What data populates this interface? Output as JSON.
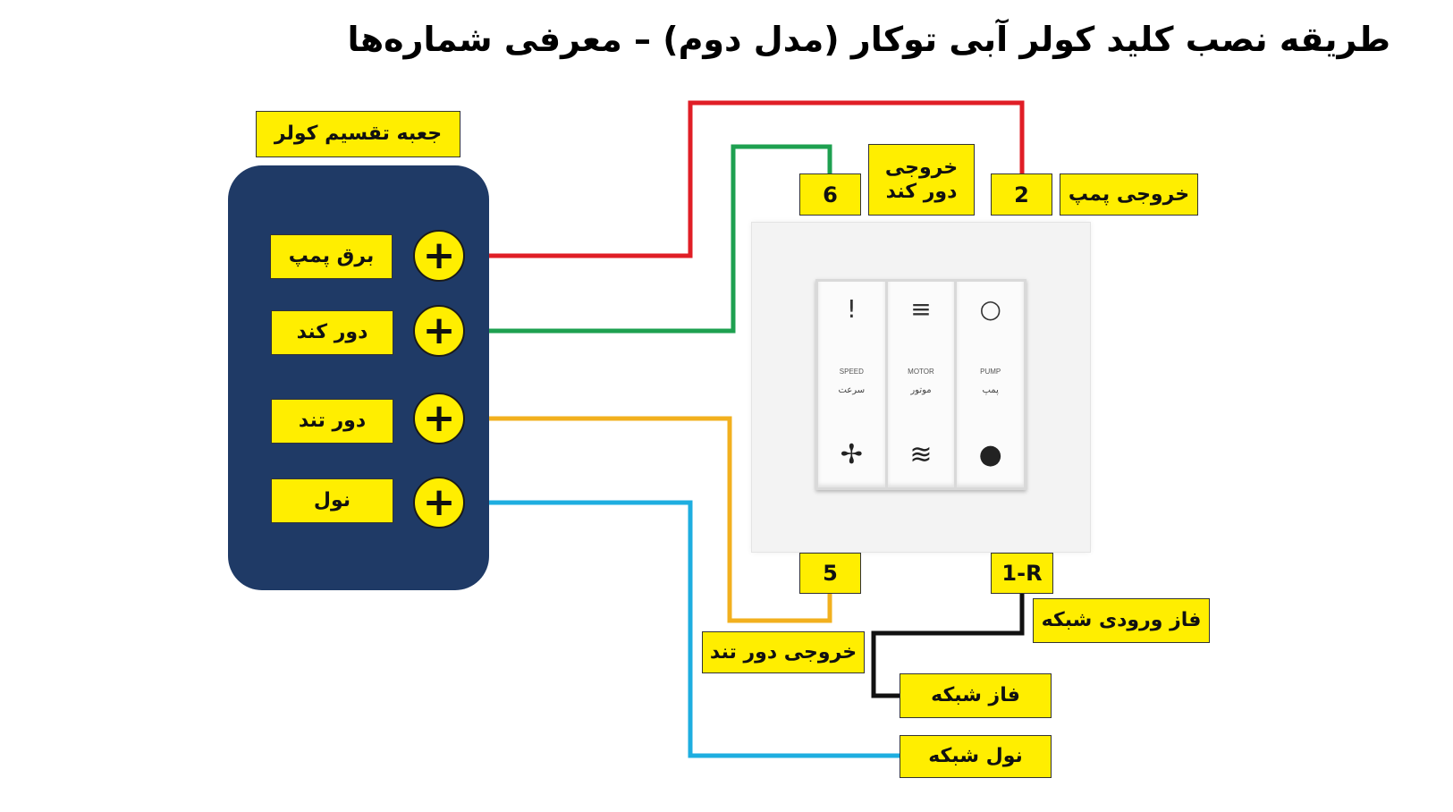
{
  "title": "طریقه نصب کلید کولر آبی توکار (مدل دوم) – معرفی شماره‌ها",
  "box": {
    "label": "جعبه تقسیم کولر",
    "terminals": [
      {
        "label": "برق پمپ",
        "symbol": "+"
      },
      {
        "label": "دور کند",
        "symbol": "+"
      },
      {
        "label": "دور تند",
        "symbol": "+"
      },
      {
        "label": "نول",
        "symbol": "+"
      }
    ]
  },
  "switch": {
    "keys": [
      {
        "en": "SPEED",
        "fa": "سرعت",
        "top_icon": "!",
        "bottom_icon": "✢"
      },
      {
        "en": "MOTOR",
        "fa": "موتور",
        "top_icon": "≡",
        "bottom_icon": "≋"
      },
      {
        "en": "PUMP",
        "fa": "پمپ",
        "top_icon": "○",
        "bottom_icon": "●"
      }
    ]
  },
  "terminals_switch": {
    "t6": "6",
    "t2": "2",
    "t5": "5",
    "t1r": "1-R"
  },
  "labels": {
    "out_slow_1": "خروجی",
    "out_slow_2": "دور کند",
    "out_pump": "خروجی پمپ",
    "out_fast": "خروجی دور تند",
    "phase_in": "فاز ورودی شبکه",
    "phase": "فاز شبکه",
    "neutral": "نول شبکه"
  },
  "colors": {
    "pump_wire": "#e01e26",
    "slow_wire": "#1ea050",
    "fast_wire": "#f2b01e",
    "neutral_wire": "#1eaee0",
    "phase_wire": "#111111",
    "label_bg": "#ffee00",
    "box_bg": "#1f3a66"
  }
}
